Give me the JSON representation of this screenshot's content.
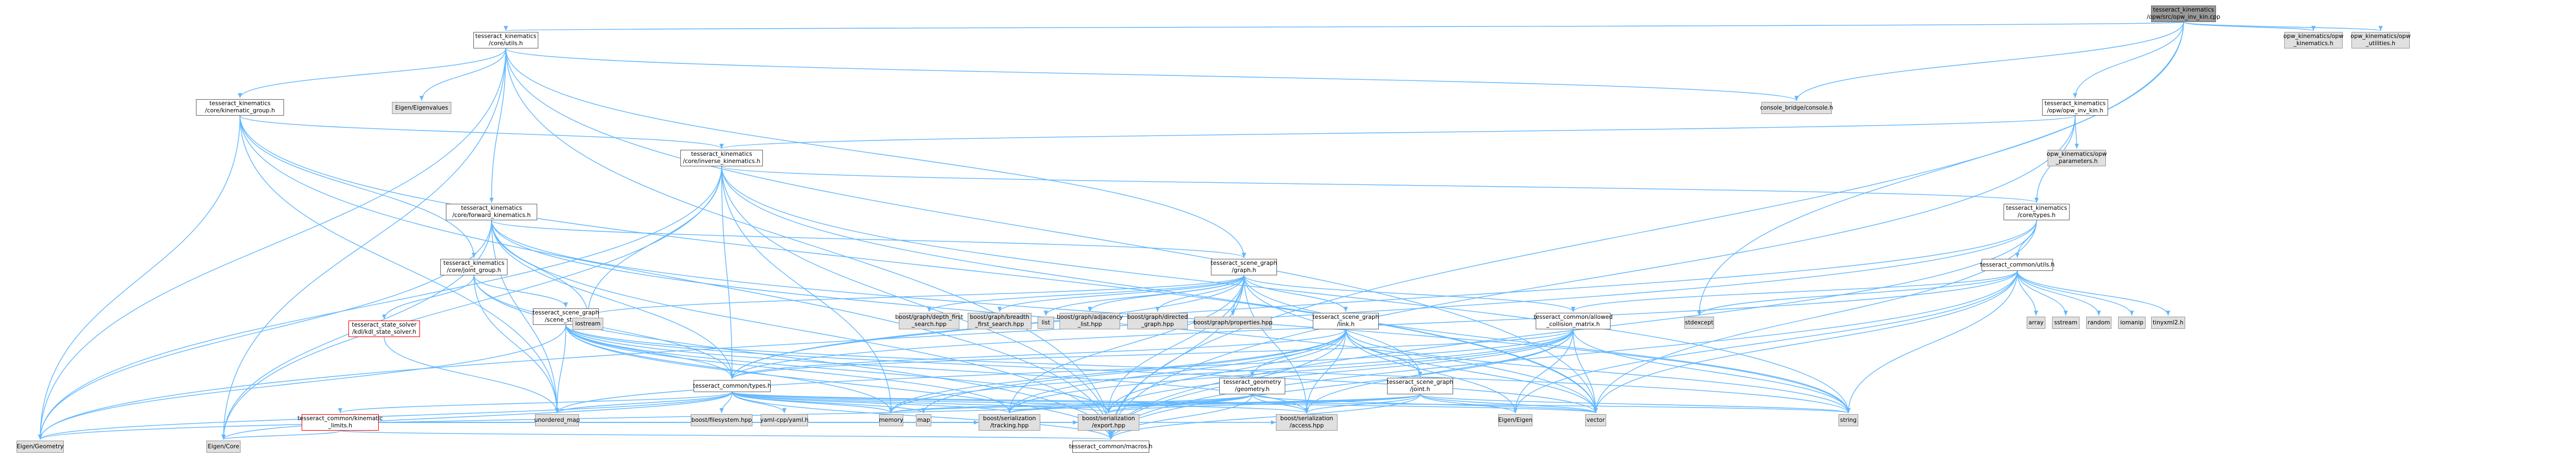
{
  "nodes": {
    "root": [
      "tesseract_kinematics",
      "/opw/src/opw_inv_kin.cpp"
    ],
    "utils": [
      "tesseract_kinematics",
      "/core/utils.h"
    ],
    "opw_kin_h": [
      "opw_kinematics/opw",
      "_kinematics.h"
    ],
    "opw_util_h": [
      "opw_kinematics/opw",
      "_utilities.h"
    ],
    "opw_inv_kin_h": [
      "tesseract_kinematics",
      "/opw/opw_inv_kin.h"
    ],
    "kin_group": [
      "tesseract_kinematics",
      "/core/kinematic_group.h"
    ],
    "eigenvalues": [
      "Eigen/Eigenvalues"
    ],
    "console": [
      "console_bridge/console.h"
    ],
    "opw_params": [
      "opw_kinematics/opw",
      "_parameters.h"
    ],
    "inv_kin": [
      "tesseract_kinematics",
      "/core/inverse_kinematics.h"
    ],
    "fwd_kin": [
      "tesseract_kinematics",
      "/core/forward_kinematics.h"
    ],
    "core_types": [
      "tesseract_kinematics",
      "/core/types.h"
    ],
    "joint_group": [
      "tesseract_kinematics",
      "/core/joint_group.h"
    ],
    "sg_graph": [
      "tesseract_scene_graph",
      "/graph.h"
    ],
    "common_utils": [
      "tesseract_common/utils.h"
    ],
    "sg_state": [
      "tesseract_scene_graph",
      "/scene_state.h"
    ],
    "kdl_solver": [
      "tesseract_state_solver",
      "/kdl/kdl_state_solver.h"
    ],
    "iostream": [
      "iostream"
    ],
    "bgl_dfs": [
      "boost/graph/depth_first",
      "_search.hpp"
    ],
    "bgl_bfs": [
      "boost/graph/breadth",
      "_first_search.hpp"
    ],
    "list": [
      "list"
    ],
    "bgl_adj": [
      "boost/graph/adjacency",
      "_list.hpp"
    ],
    "bgl_dir": [
      "boost/graph/directed",
      "_graph.hpp"
    ],
    "bgl_props": [
      "boost/graph/properties.hpp"
    ],
    "sg_link": [
      "tesseract_scene_graph",
      "/link.h"
    ],
    "allowed_col": [
      "tesseract_common/allowed",
      "_collision_matrix.h"
    ],
    "stdexcept": [
      "stdexcept"
    ],
    "array": [
      "array"
    ],
    "sstream": [
      "sstream"
    ],
    "random": [
      "random"
    ],
    "iomanip": [
      "iomanip"
    ],
    "tinyxml2": [
      "tinyxml2.h"
    ],
    "common_types": [
      "tesseract_common/types.h"
    ],
    "geometry": [
      "tesseract_geometry",
      "/geometry.h"
    ],
    "sg_joint": [
      "tesseract_scene_graph",
      "/joint.h"
    ],
    "kin_limits": [
      "tesseract_common/kinematic",
      "_limits.h"
    ],
    "unordered_map": [
      "unordered_map"
    ],
    "filesystem": [
      "boost/filesystem.hpp"
    ],
    "yaml": [
      "yaml-cpp/yaml.h"
    ],
    "memory": [
      "memory"
    ],
    "map": [
      "map"
    ],
    "ser_tracking": [
      "boost/serialization",
      "/tracking.hpp"
    ],
    "ser_export": [
      "boost/serialization",
      "/export.hpp"
    ],
    "ser_access": [
      "boost/serialization",
      "/access.hpp"
    ],
    "eigen": [
      "Eigen/Eigen"
    ],
    "vector": [
      "vector"
    ],
    "string": [
      "string"
    ],
    "eigen_geometry": [
      "Eigen/Geometry"
    ],
    "eigen_core": [
      "Eigen/Core"
    ],
    "macros": [
      "tesseract_common/macros.h"
    ]
  }
}
